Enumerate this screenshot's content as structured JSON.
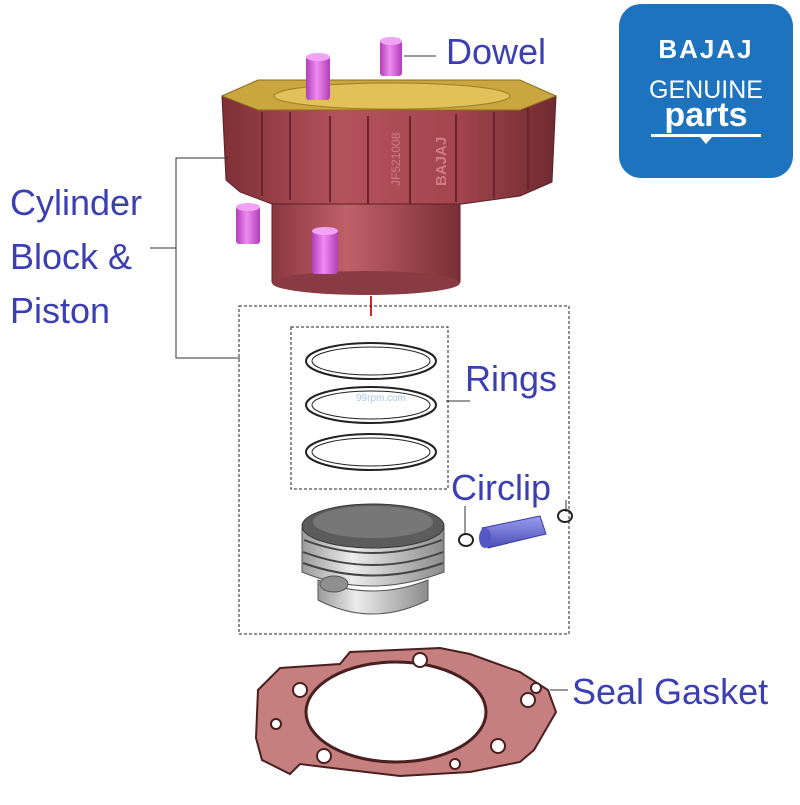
{
  "labels": {
    "dowel": "Dowel",
    "cylinder_line1": "Cylinder",
    "cylinder_line2": "Block &",
    "cylinder_line3": "Piston",
    "rings": "Rings",
    "circlip": "Circlip",
    "seal_gasket": "Seal Gasket"
  },
  "logo": {
    "brand": "BAJAJ",
    "line1": "GENUINE",
    "line2": "parts"
  },
  "block_markings": {
    "brand": "BAJAJ",
    "part_code": "JF521008"
  },
  "watermark": "99rpm.com",
  "colors": {
    "label_text": "#3b3fb2",
    "logo_background": "#1e73be",
    "cylinder_block": "#a6464f",
    "dowel": "#d457d9",
    "piston": "#d0d0d0",
    "gasket": "#8f4848",
    "piston_pin": "#6c6fd9"
  }
}
